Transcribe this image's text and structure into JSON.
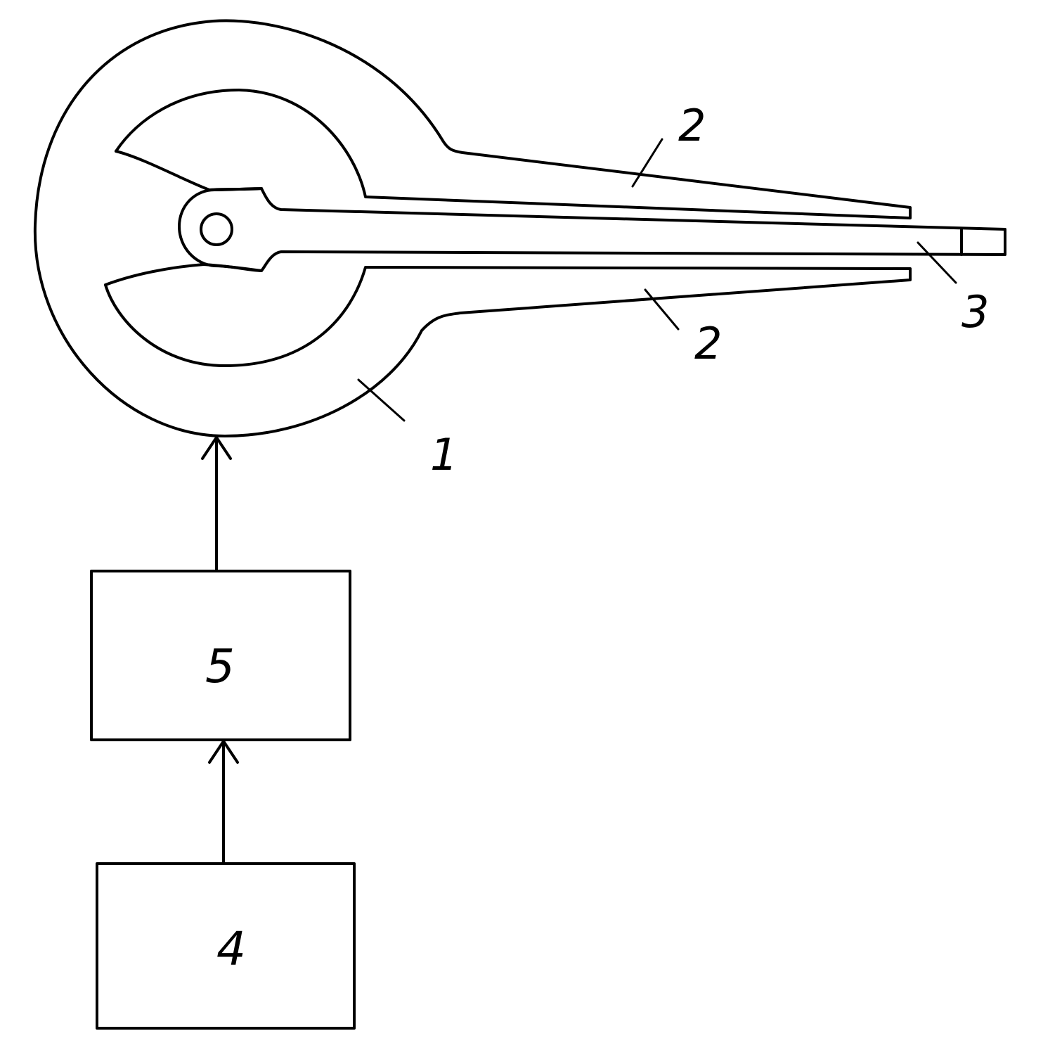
{
  "labels": {
    "ring_body": "1",
    "arm_top": "2",
    "arm_bottom": "2",
    "shaft_tip": "3",
    "block_4": "4",
    "block_5": "5"
  },
  "colors": {
    "line": "#000000",
    "background": "#ffffff"
  }
}
